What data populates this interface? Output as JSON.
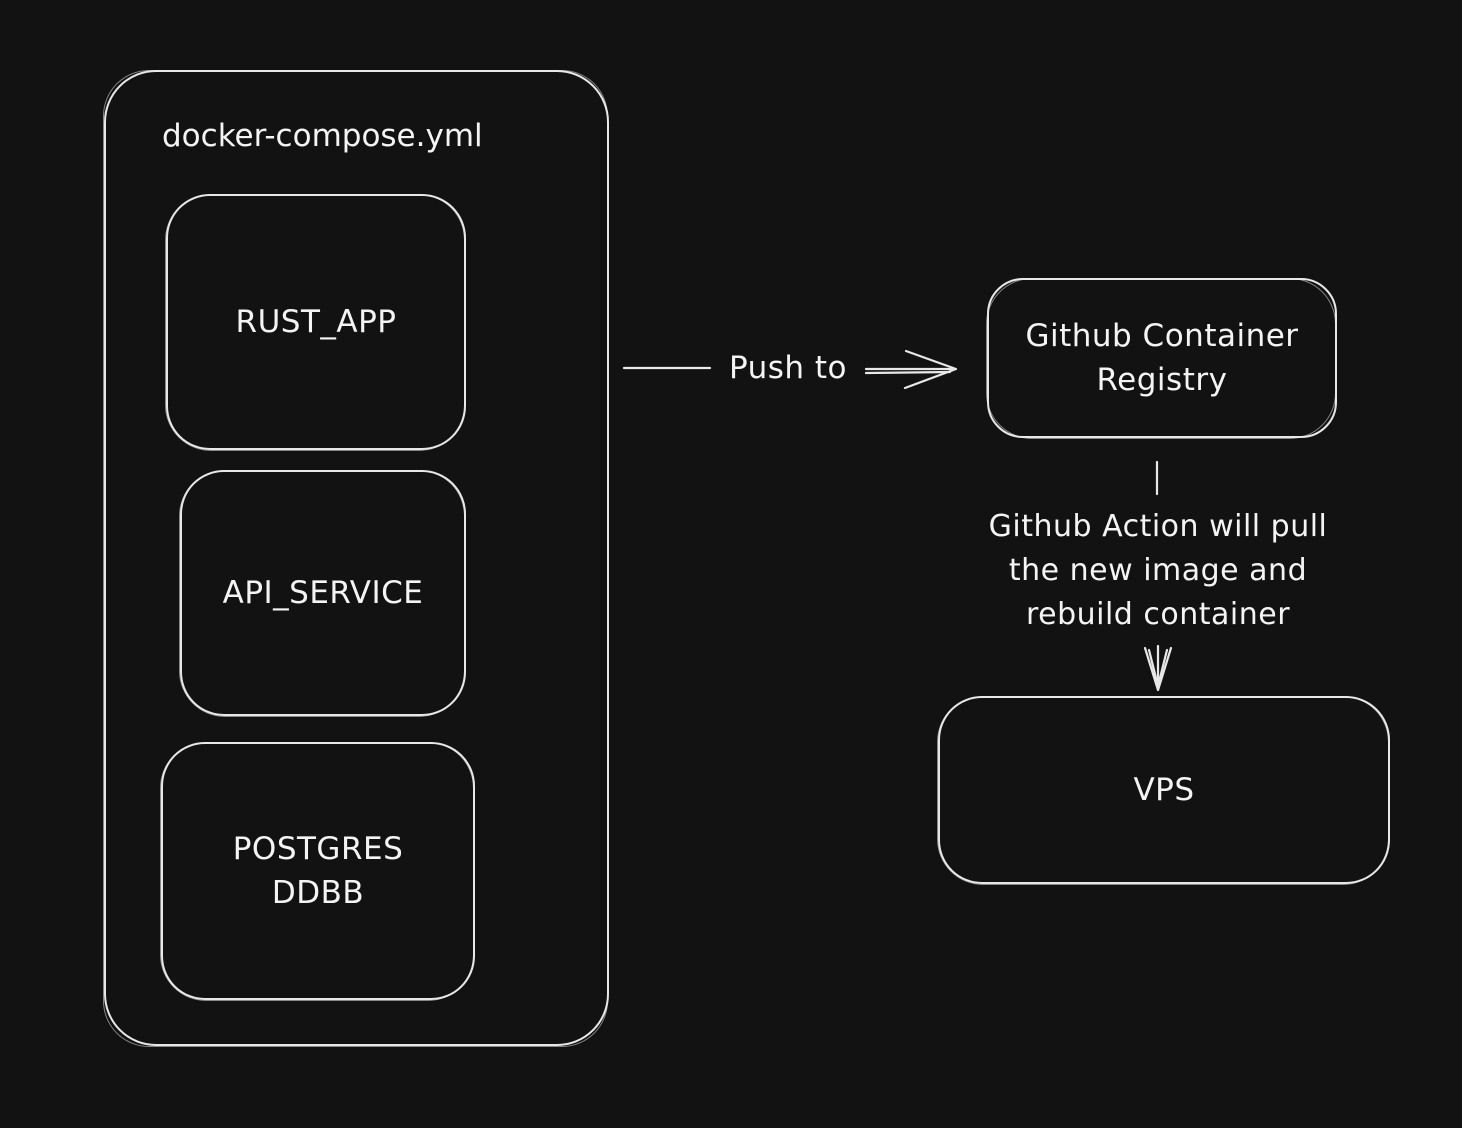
{
  "colors": {
    "background": "#121212",
    "stroke": "#e8e8e8",
    "text": "#f4f4f4"
  },
  "compose": {
    "title": "docker-compose.yml",
    "services": [
      {
        "label": "RUST_APP"
      },
      {
        "label": "API_SERVICE"
      },
      {
        "label": "POSTGRES\nDDBB"
      }
    ]
  },
  "registry": {
    "label": "Github Container\nRegistry"
  },
  "vps": {
    "label": "VPS"
  },
  "edges": {
    "push": {
      "label": "Push to"
    },
    "pull": {
      "label": "Github Action will pull\nthe new image and\nrebuild container"
    }
  }
}
